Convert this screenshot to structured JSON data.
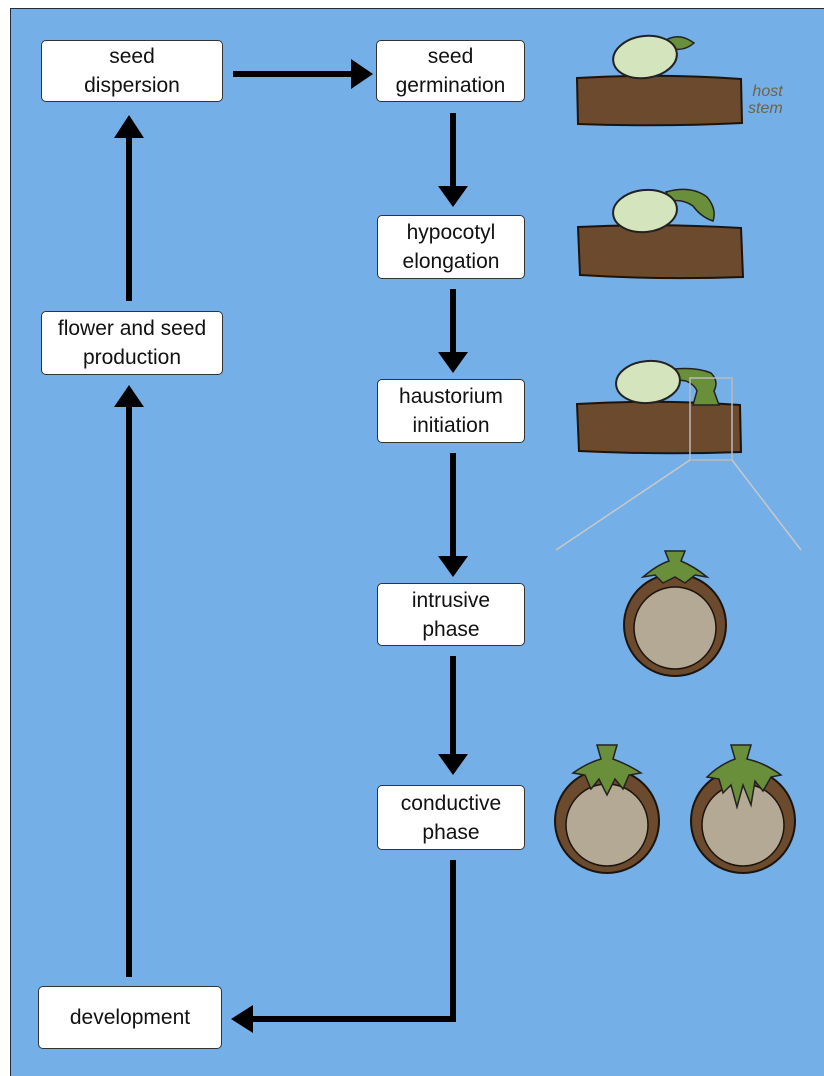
{
  "diagram": {
    "stages": {
      "seed_dispersion": "seed\ndispersion",
      "seed_germination": "seed\ngermination",
      "hypocotyl_elongation": "hypocotyl\nelongation",
      "haustorium_initiation": "haustorium\ninitiation",
      "intrusive_phase": "intrusive\nphase",
      "conductive_phase": "conductive\nphase",
      "development": "development",
      "flower_seed_production": "flower and seed\nproduction"
    },
    "host_stem_label": "host\nstem",
    "colors": {
      "background": "#74afe8",
      "stem": "#6b4a2e",
      "seed": "#d4e5bd",
      "seedling": "#6a8f3b",
      "host_inner": "#b3a994",
      "arrow": "#000000"
    }
  }
}
